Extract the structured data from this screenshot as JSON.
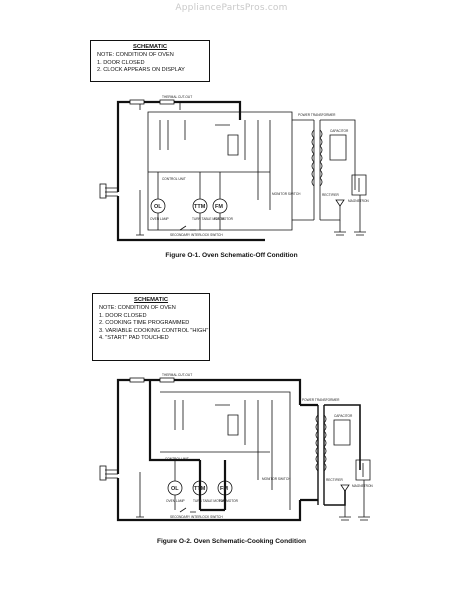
{
  "watermark": "AppliancePartsPros.com",
  "figure1": {
    "note": {
      "heading": "SCHEMATIC",
      "lines": [
        "NOTE: CONDITION OF OVEN",
        "1.  DOOR CLOSED",
        "2.  CLOCK APPEARS ON DISPLAY"
      ]
    },
    "caption": "Figure O-1. Oven Schematic-Off Condition",
    "labels": {
      "ol": "OL",
      "tm": "TTM",
      "fm": "FM",
      "control_unit": "CONTROL UNIT",
      "power_transformer": "POWER TRANSFORMER",
      "rectifier": "RECTIFIER",
      "magnetron": "MAGNETRON",
      "capacitor": "CAPACITOR",
      "thermal_cutout": "THERMAL CUT-OUT",
      "oven_lamp": "OVEN LAMP",
      "turntable_motor": "TURN TABLE MOTOR",
      "fan_motor": "FAN MOTOR",
      "monitor_switch": "MONITOR SWITCH",
      "secondary_interlock": "SECONDARY INTERLOCK SWITCH"
    }
  },
  "figure2": {
    "note": {
      "heading": "SCHEMATIC",
      "lines": [
        "NOTE: CONDITION OF OVEN",
        "1.  DOOR CLOSED",
        "2.  COOKING TIME PROGRAMMED",
        "3.  VARIABLE COOKING CONTROL \"HIGH\"",
        "4.  \"START\" PAD TOUCHED"
      ]
    },
    "caption": "Figure O-2. Oven Schematic-Cooking Condition",
    "labels": {
      "ol": "OL",
      "tm": "TTM",
      "fm": "FM",
      "control_unit": "CONTROL UNIT",
      "power_transformer": "POWER TRANSFORMER",
      "rectifier": "RECTIFIER",
      "magnetron": "MAGNETRON",
      "capacitor": "CAPACITOR",
      "thermal_cutout": "THERMAL CUT-OUT",
      "oven_lamp": "OVEN LAMP",
      "turntable_motor": "TURN TABLE MOTOR",
      "fan_motor": "FAN MOTOR",
      "monitor_switch": "MONITOR SWITCH",
      "secondary_interlock": "SECONDARY INTERLOCK SWITCH"
    }
  }
}
